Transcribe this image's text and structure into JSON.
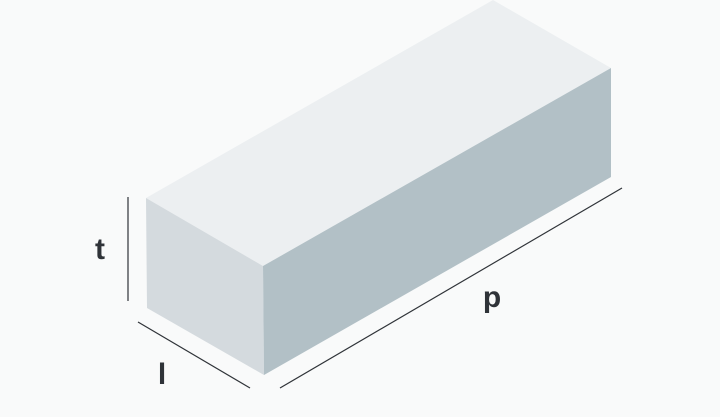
{
  "diagram": {
    "labels": {
      "height": "t",
      "width": "l",
      "length": "p"
    },
    "colors": {
      "background": "#f9fafa",
      "top_face": "#eceff1",
      "front_face": "#d4dade",
      "side_face": "#b2c0c6",
      "dimension_line": "#2f3338"
    }
  }
}
